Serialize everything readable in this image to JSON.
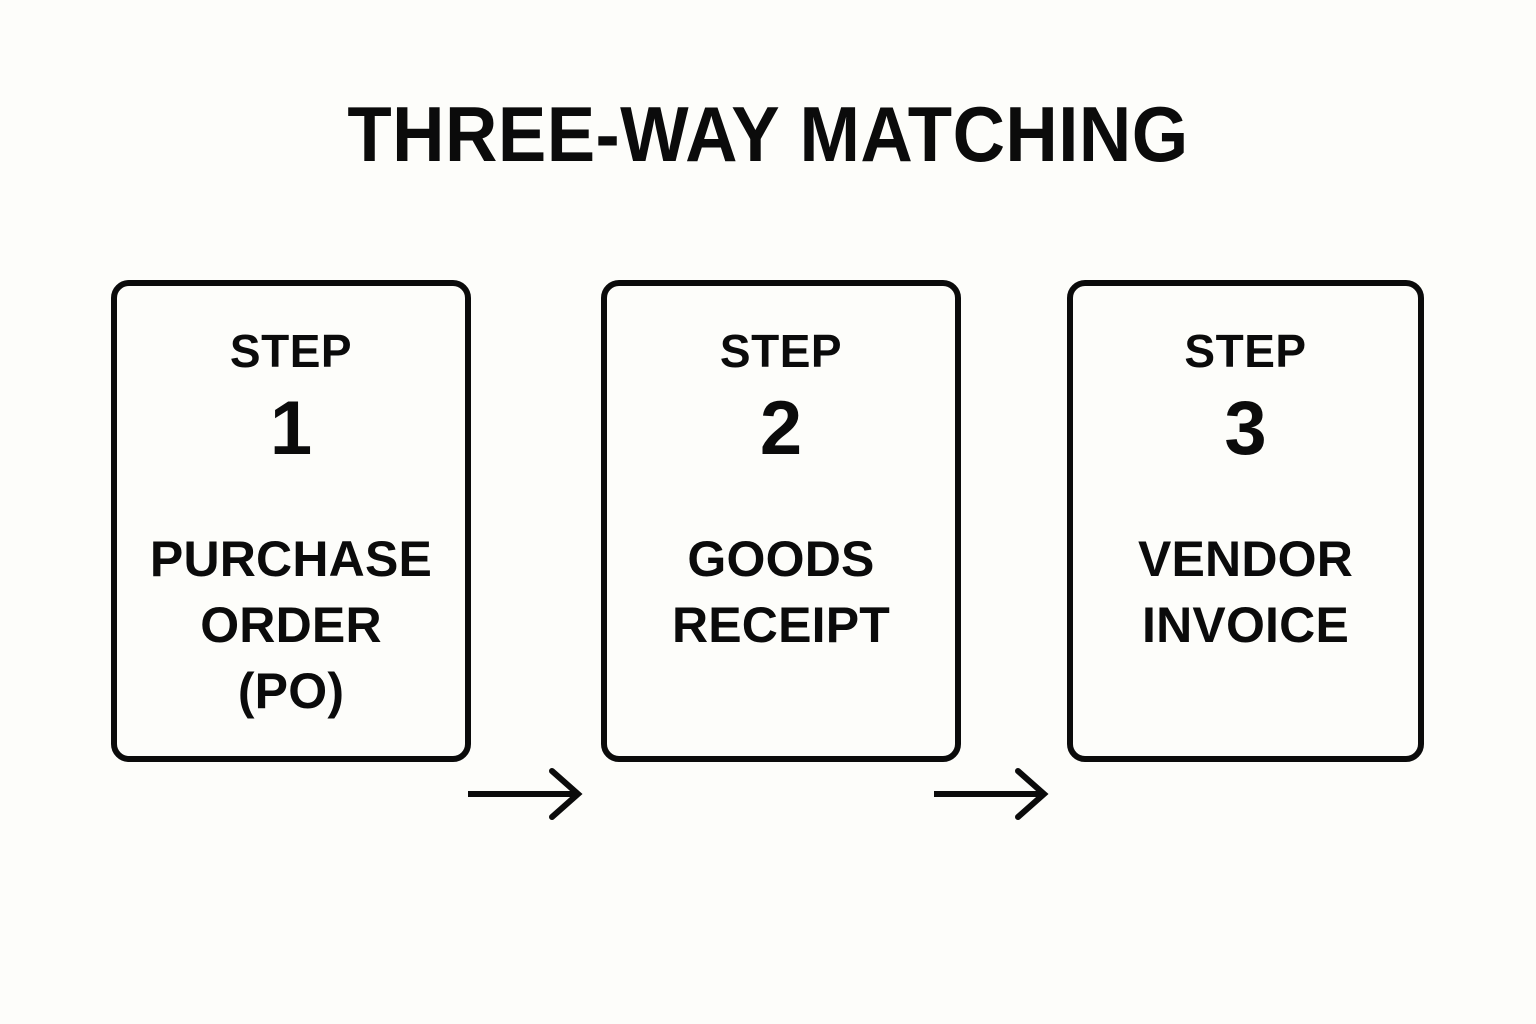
{
  "title": "THREE-WAY MATCHING",
  "colors": {
    "background": "#fdfdfa",
    "ink": "#0b0b0b"
  },
  "steps": [
    {
      "step_word": "STEP",
      "number": "1",
      "label_lines": [
        "PURCHASE",
        "ORDER",
        "(PO)"
      ],
      "label_text": "PURCHASE ORDER (PO)"
    },
    {
      "step_word": "STEP",
      "number": "2",
      "label_lines": [
        "GOODS",
        "RECEIPT"
      ],
      "label_text": "GOODS RECEIPT"
    },
    {
      "step_word": "STEP",
      "number": "3",
      "label_lines": [
        "VENDOR",
        "INVOICE"
      ],
      "label_text": "VENDOR INVOICE"
    }
  ],
  "arrows": [
    {
      "from": "1",
      "to": "2",
      "direction": "right"
    },
    {
      "from": "2",
      "to": "3",
      "direction": "right"
    }
  ],
  "chart_data": {
    "type": "diagram",
    "diagram_kind": "linear-process-flow",
    "title": "THREE-WAY MATCHING",
    "nodes": [
      {
        "id": "step-1",
        "step": 1,
        "label": "PURCHASE ORDER (PO)"
      },
      {
        "id": "step-2",
        "step": 2,
        "label": "GOODS RECEIPT"
      },
      {
        "id": "step-3",
        "step": 3,
        "label": "VENDOR INVOICE"
      }
    ],
    "edges": [
      {
        "source": "step-1",
        "target": "step-2",
        "style": "arrow-right"
      },
      {
        "source": "step-2",
        "target": "step-3",
        "style": "arrow-right"
      }
    ]
  }
}
